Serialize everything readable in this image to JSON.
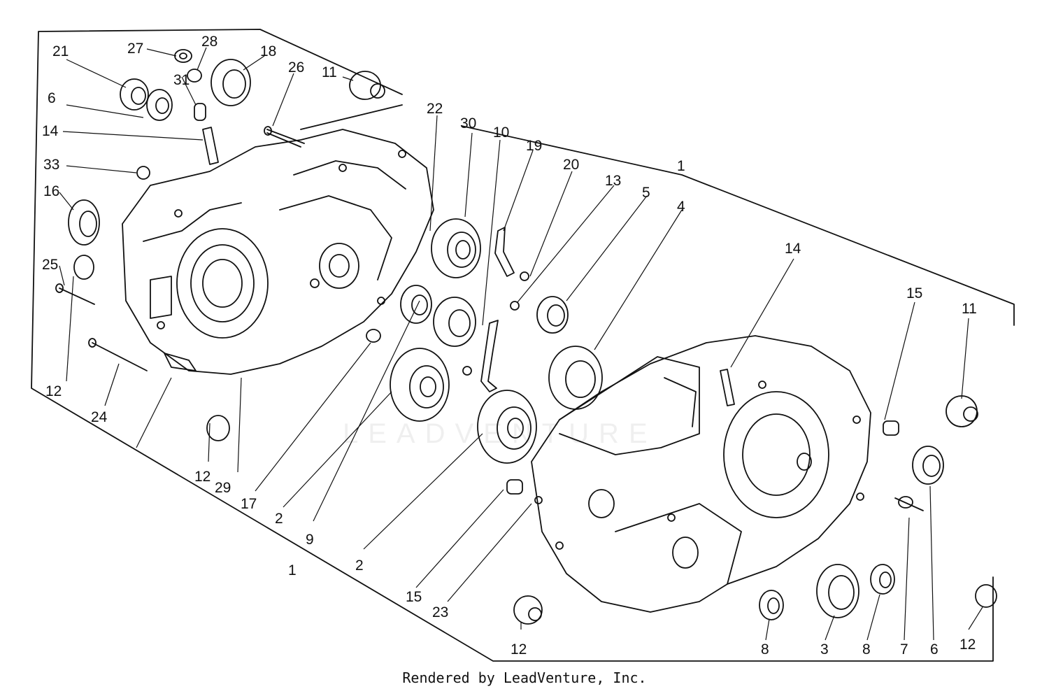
{
  "footer": "Rendered by LeadVenture, Inc.",
  "watermark": "LEADVENTURE",
  "callouts": {
    "c21": "21",
    "c27": "27",
    "c28": "28",
    "c18": "18",
    "c26": "26",
    "c11a": "11",
    "c6a": "6",
    "c31": "31",
    "c14a": "14",
    "c33": "33",
    "c16": "16",
    "c25": "25",
    "c12a": "12",
    "c24": "24",
    "c12b": "12",
    "c29": "29",
    "c17": "17",
    "c2a": "2",
    "c9": "9",
    "c2b": "2",
    "c1a": "1",
    "c15a": "15",
    "c23": "23",
    "c12c": "12",
    "c22": "22",
    "c30": "30",
    "c10": "10",
    "c19": "19",
    "c20": "20",
    "c13": "13",
    "c5": "5",
    "c4": "4",
    "c1b": "1",
    "c14b": "14",
    "c15b": "15",
    "c11b": "11",
    "c8a": "8",
    "c3": "3",
    "c8b": "8",
    "c7": "7",
    "c6b": "6",
    "c12d": "12"
  }
}
